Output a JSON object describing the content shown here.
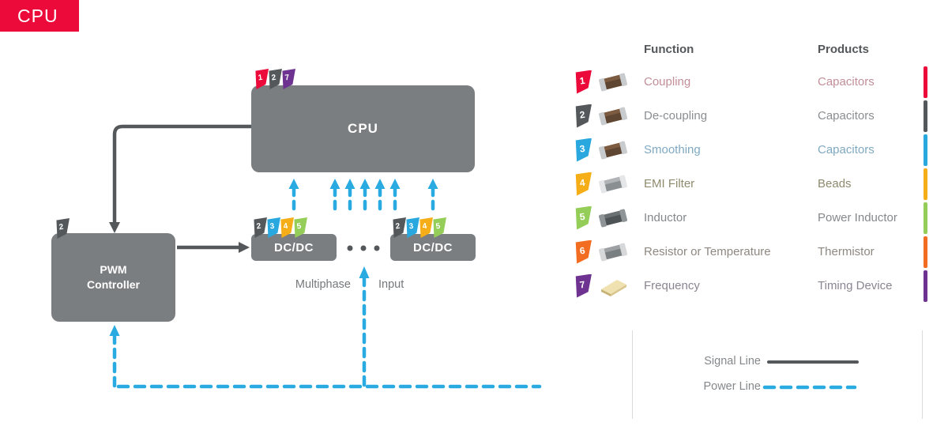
{
  "badge": {
    "label": "CPU",
    "color": "#ec0a3b"
  },
  "palette": {
    "red": "#ec0a3b",
    "gray": "#54585a",
    "blue": "#29a8df",
    "yellow": "#f5ae17",
    "green": "#94ce58",
    "orange": "#f26d21",
    "purple": "#6e3390"
  },
  "diagram": {
    "cpu": {
      "label": "CPU",
      "flags": [
        {
          "n": "1",
          "color": "red"
        },
        {
          "n": "2",
          "color": "gray"
        },
        {
          "n": "7",
          "color": "purple"
        }
      ]
    },
    "pwm": {
      "label_line1": "PWM",
      "label_line2": "Controller",
      "flags": [
        {
          "n": "2",
          "color": "gray"
        }
      ]
    },
    "dcdc_left": {
      "label": "DC/DC",
      "flags": [
        {
          "n": "2",
          "color": "gray"
        },
        {
          "n": "3",
          "color": "blue"
        },
        {
          "n": "4",
          "color": "yellow"
        },
        {
          "n": "5",
          "color": "green"
        }
      ]
    },
    "dcdc_right": {
      "label": "DC/DC",
      "flags": [
        {
          "n": "2",
          "color": "gray"
        },
        {
          "n": "3",
          "color": "blue"
        },
        {
          "n": "4",
          "color": "yellow"
        },
        {
          "n": "5",
          "color": "green"
        }
      ]
    },
    "multiphase_label": "Multiphase",
    "input_label": "Input"
  },
  "legend": {
    "function_header": "Function",
    "products_header": "Products",
    "rows": [
      {
        "n": "1",
        "color": "red",
        "function": "Coupling",
        "products": "Capacitors",
        "text_color": "#c28e99",
        "chip": {
          "shape": "chip",
          "body": "#5f4632",
          "top": "#7d5b41",
          "ends": "#c9ccce"
        }
      },
      {
        "n": "2",
        "color": "gray",
        "function": "De-coupling",
        "products": "Capacitors",
        "text_color": "#8b8e91",
        "chip": {
          "shape": "chip",
          "body": "#5f4632",
          "top": "#7d5b41",
          "ends": "#c9ccce"
        }
      },
      {
        "n": "3",
        "color": "blue",
        "function": "Smoothing",
        "products": "Capacitors",
        "text_color": "#7fa9c1",
        "chip": {
          "shape": "chip",
          "body": "#5f4632",
          "top": "#7d5b41",
          "ends": "#c9ccce"
        }
      },
      {
        "n": "4",
        "color": "yellow",
        "function": "EMI Filter",
        "products": "Beads",
        "text_color": "#8d8a6d",
        "chip": {
          "shape": "chip",
          "body": "#8a8f92",
          "top": "#b0b4b6",
          "ends": "#e4e6e7"
        }
      },
      {
        "n": "5",
        "color": "green",
        "function": "Inductor",
        "products": "Power Inductor",
        "text_color": "#85888b",
        "chip": {
          "shape": "chip",
          "body": "#4e5355",
          "top": "#6b7072",
          "ends": "#8f9496"
        }
      },
      {
        "n": "6",
        "color": "orange",
        "function": "Resistor or Temperature",
        "products": "Thermistor",
        "text_color": "#8e8880",
        "chip": {
          "shape": "chip",
          "body": "#7a7f82",
          "top": "#9da1a4",
          "ends": "#d6d8d9"
        }
      },
      {
        "n": "7",
        "color": "purple",
        "function": "Frequency",
        "products": "Timing Device",
        "text_color": "#8a8590",
        "chip": {
          "shape": "plate",
          "body": "#d8c68e",
          "top": "#f0e2b0",
          "ends": "#c4b173"
        }
      }
    ]
  },
  "line_legend": {
    "signal_label": "Signal Line",
    "power_label": "Power Line",
    "signal_color": "#54585a",
    "power_color": "#29abe2"
  }
}
